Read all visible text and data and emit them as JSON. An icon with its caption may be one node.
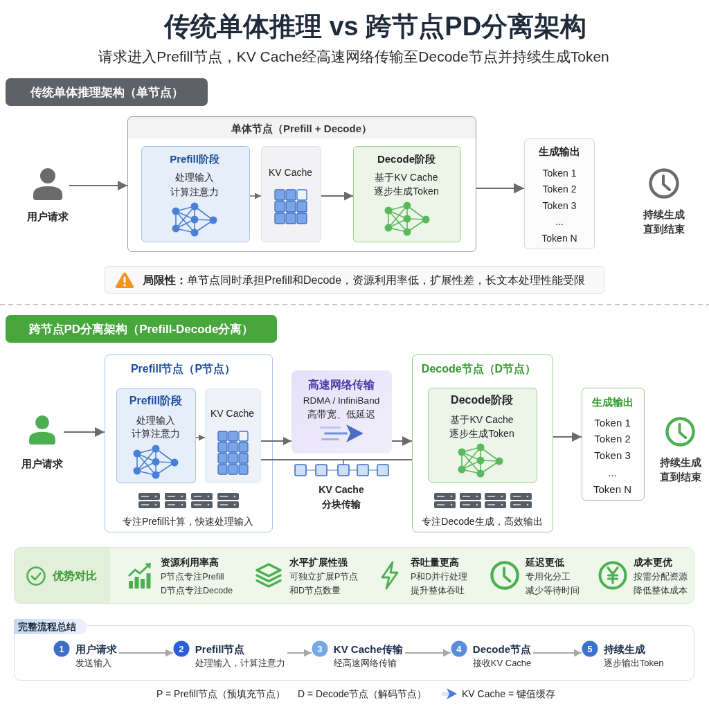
{
  "diagram": {
    "title": "传统单体推理 vs 跨节点PD分离架构",
    "nodes": [
      {
        "text": [
          "传统单体推理架构（单节点）"
        ]
      },
      {
        "text": [
          "用户请求"
        ]
      },
      {
        "text": [
          "单体节点（Prefill + Decode）"
        ]
      },
      {
        "text": [
          "Prefill阶段",
          "处理输入",
          "计算注意力"
        ],
        "in": 2
      },
      {
        "text": [
          "KV Cache"
        ],
        "in": 2
      },
      {
        "text": [
          "Decode阶段",
          "基于KV Cache逐步生成Token"
        ],
        "in": 2
      },
      {
        "text": [
          "生成输出",
          "Token 1",
          "Token 2",
          "Token 3",
          "...",
          "Token N"
        ]
      },
      {
        "text": [
          "**局限性：**单节点同时承担Prefill和Decode，资源利用率低，扩展性差，长文本处理性能受限"
        ]
      },
      {
        "text": [
          "跨节点PD分离架构（Prefill-Decode分离）"
        ]
      },
      {
        "text": [
          "用户请求"
        ]
      },
      {
        "text": [
          "Prefill节点（P节点）",
          "专注Prefill计算，快速处理输入"
        ]
      },
      {
        "text": [
          "Prefill阶段",
          "处理输入",
          "计算注意力"
        ],
        "in": 10
      },
      {
        "text": [
          "KV Cache"
        ],
        "in": 10
      },
      {
        "text": [
          "高速网络传输",
          "RDMA / InfiniBand",
          "高带宽、低延迟"
        ]
      },
      {
        "text": [
          "Decode节点（D节点）",
          "专注Decode生成，高效输出"
        ]
      },
      {
        "text": [
          "Decode阶段",
          "基于KV Cache逐步生成Token"
        ],
        "in": 14
      },
      {
        "text": [
          "生成输出",
          "Token 1",
          "Token 2",
          "Token 3",
          "...",
          "Token N"
        ]
      },
      {
        "text": [
          "优势对比",
          "资源利用率高",
          "P节点专注Prefill",
          "D节点专注Decode",
          "水平扩展性强",
          "可独立扩展P节点和D节点数量",
          "吞吐量更高",
          "P和D并行处理",
          "提升整体吞吐",
          "延迟更低",
          "专用化分工",
          "减少等待时间",
          "成本更优",
          "按需分配资源",
          "降低整体成本"
        ]
      },
      {
        "text": [
          "完整流程总结"
        ]
      },
      {
        "text": [
          "1",
          "用户请求",
          "发送输入"
        ],
        "in": 18
      },
      {
        "text": [
          "2",
          "Prefill节点",
          "处理输入，计算注意力"
        ],
        "in": 18
      },
      {
        "text": [
          "3",
          "KV Cache传输",
          "经高速网络传输"
        ],
        "in": 18
      },
      {
        "text": [
          "4",
          "Decode节点",
          "接收KV Cache"
        ],
        "in": 18
      },
      {
        "text": [
          "5",
          "持续生成",
          "逐步输出Token"
        ],
        "in": 18
      }
    ],
    "edges": [
      {
        "from": 1,
        "to": 2,
        "arrow": "to"
      },
      {
        "from": 3,
        "to": 4,
        "arrow": "to"
      },
      {
        "from": 4,
        "to": 5,
        "arrow": "to"
      },
      {
        "from": 2,
        "to": 6,
        "arrow": "to"
      },
      {
        "from": 9,
        "to": 10,
        "arrow": "to"
      },
      {
        "from": 11,
        "to": 12,
        "arrow": "to"
      },
      {
        "from": 12,
        "to": 13,
        "arrow": "to"
      },
      {
        "from": 13,
        "to": 14,
        "arrow": "to"
      },
      {
        "from": 12,
        "to": 14,
        "arrow": "none"
      },
      {
        "from": 14,
        "to": 16,
        "arrow": "to"
      },
      {
        "from": 19,
        "to": 20,
        "arrow": "to",
        "color": "#a8a8a8"
      },
      {
        "from": 20,
        "to": 21,
        "arrow": "to",
        "color": "#a8a8a8"
      },
      {
        "from": 21,
        "to": 22,
        "arrow": "to",
        "color": "#a8a8a8"
      },
      {
        "from": 22,
        "to": 23,
        "arrow": "to",
        "color": "#a8a8a8"
      }
    ],
    "labels": [
      "请求进入Prefill节点，KV Cache经高速网络传输至Decode节点并持续生成Token",
      "持续生成直到结束",
      "KV Cache分块传输",
      "持续生成直到结束",
      "P = Prefill节点（预填充节点）",
      "D = Decode节点（解码节点）",
      "KV Cache = 键值缓存"
    ]
  }
}
